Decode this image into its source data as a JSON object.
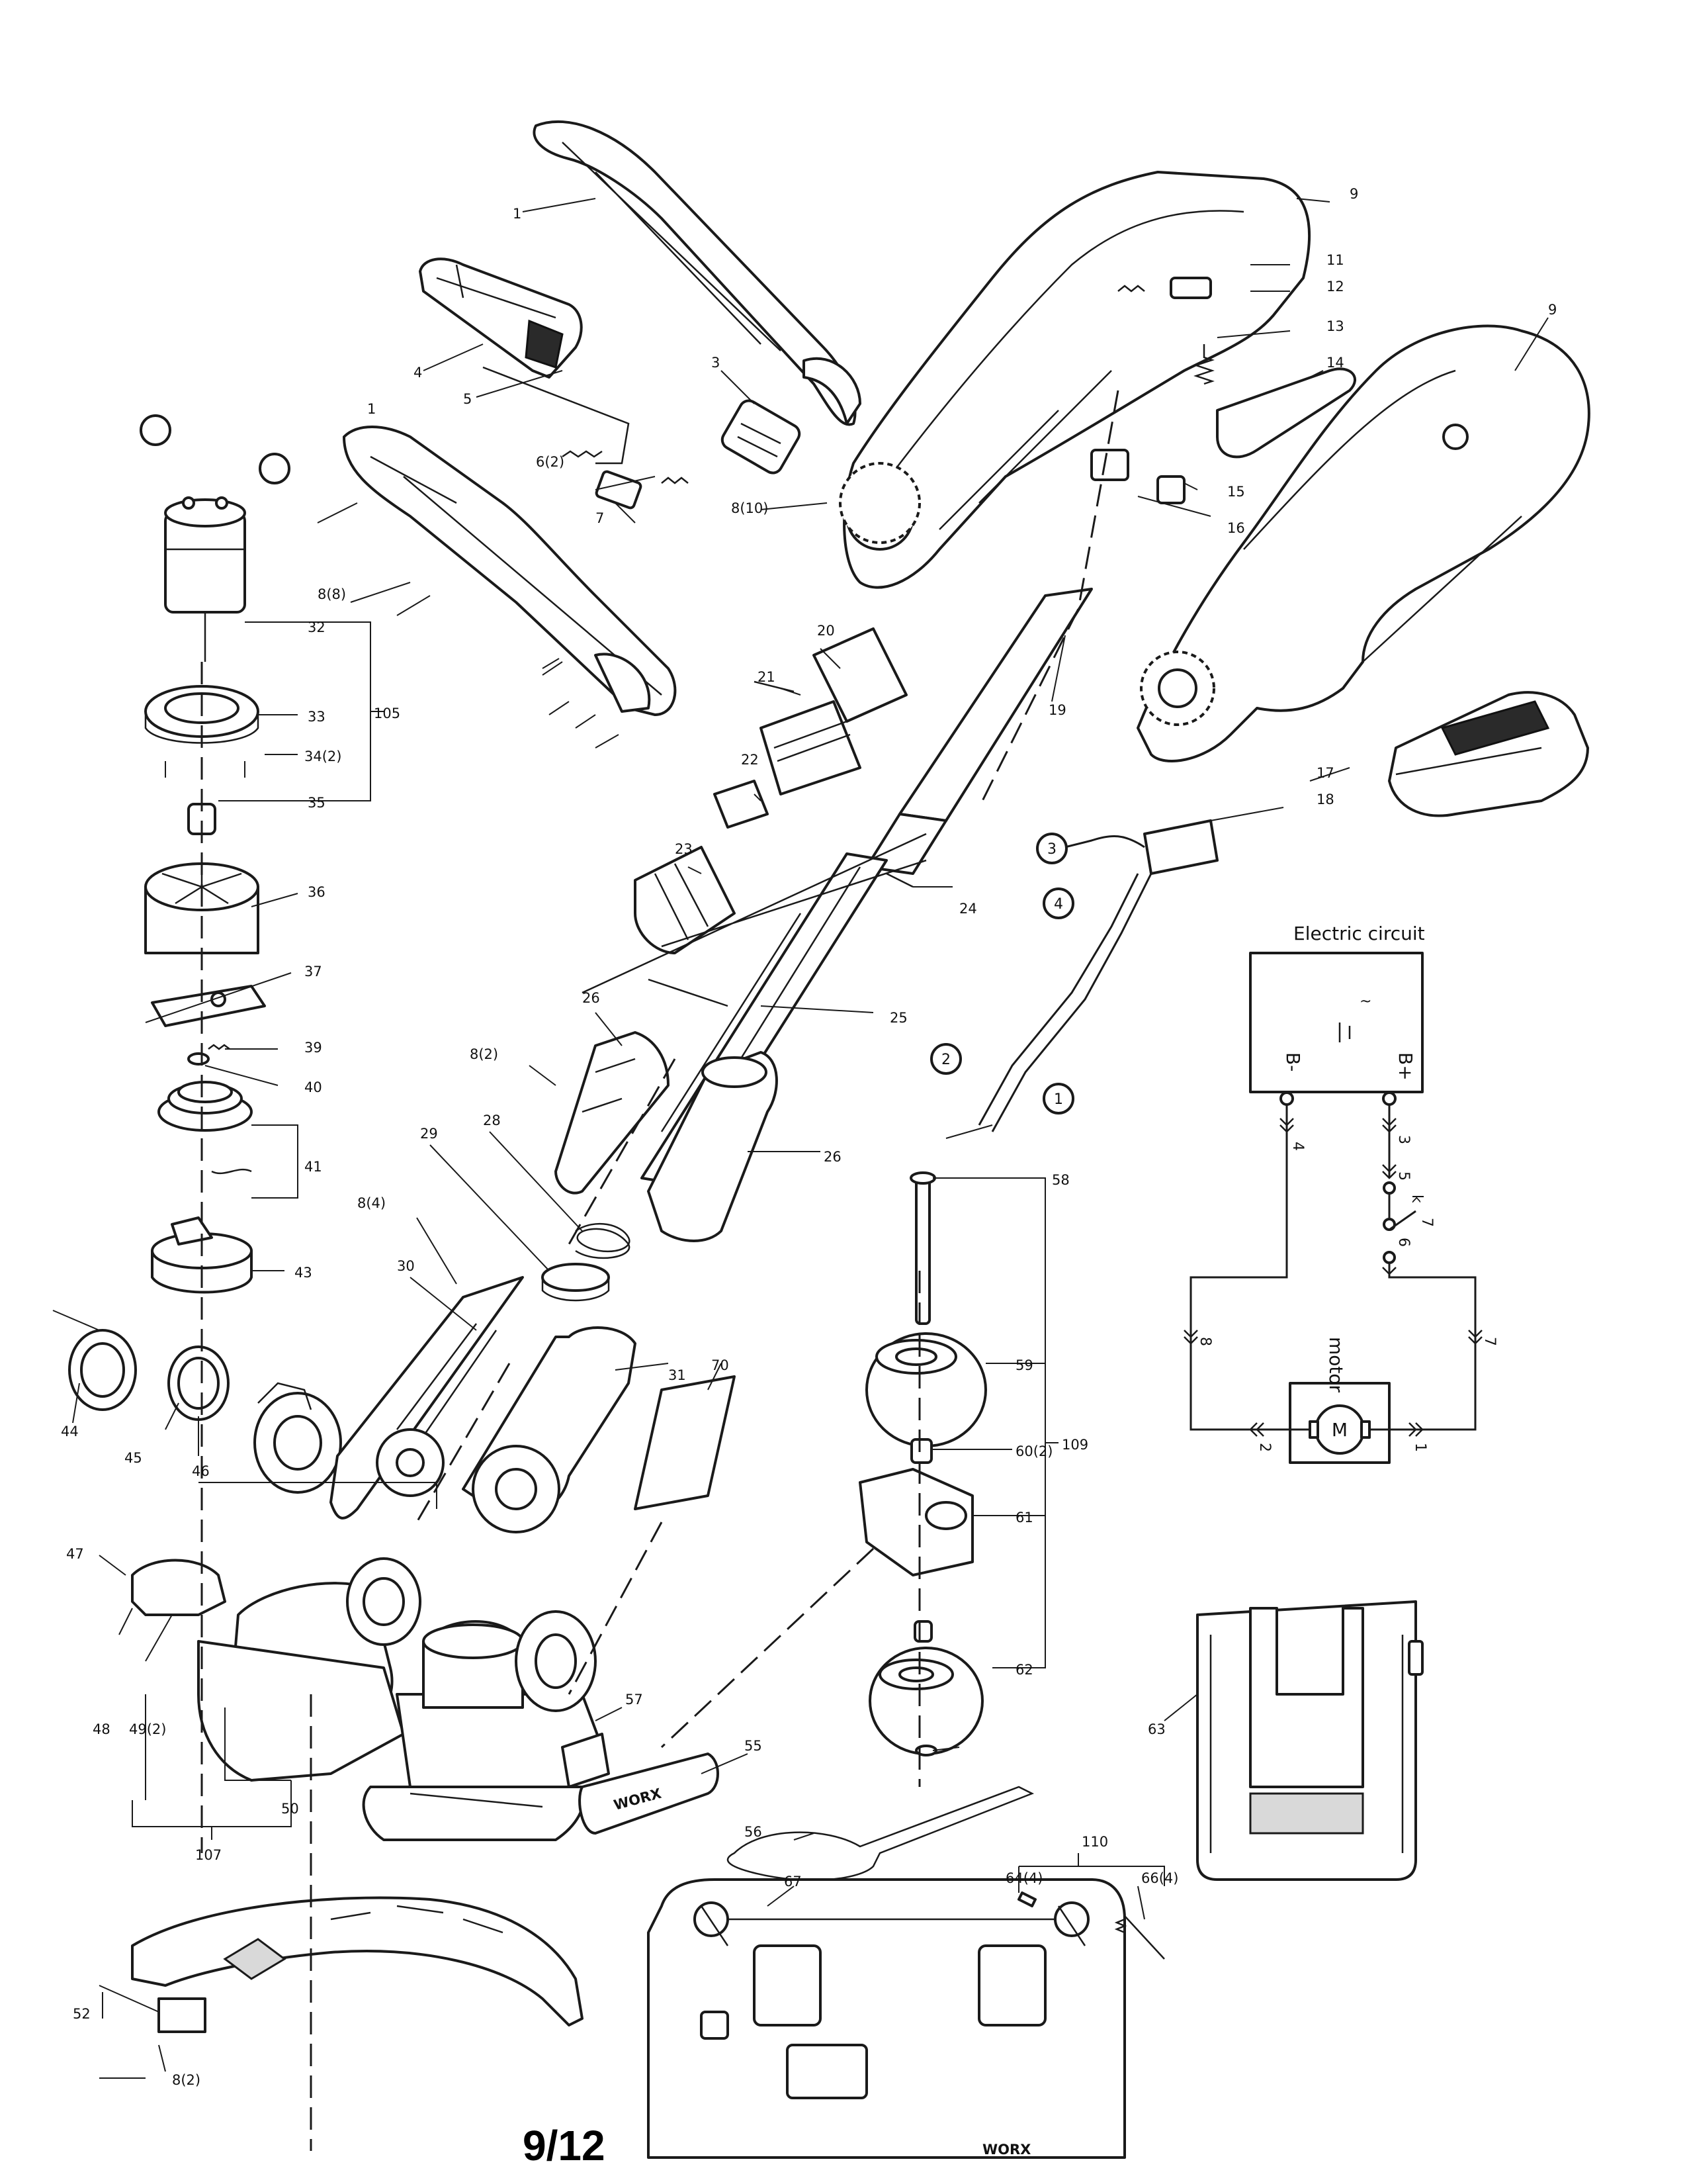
{
  "page_number": "9/12",
  "circuit": {
    "title": "Electric circuit",
    "battery_minus": "B-",
    "battery_plus": "B+",
    "motor_label": "motor",
    "motor_symbol": "M",
    "wire_numbers": [
      "4",
      "3",
      "5",
      "k",
      "6",
      "7",
      "8",
      "7",
      "2",
      "1"
    ]
  },
  "callouts": [
    "1",
    "1",
    "2",
    "1",
    "3",
    "4",
    "5",
    "6(2)",
    "7",
    "8(10)",
    "8(8)",
    "9",
    "9",
    "11",
    "12",
    "13",
    "14",
    "15",
    "16",
    "17",
    "18",
    "19",
    "20",
    "21",
    "22",
    "23",
    "24",
    "25",
    "26",
    "26",
    "8(2)",
    "28",
    "29",
    "8(4)",
    "30",
    "31",
    "32",
    "33",
    "34(2)",
    "35",
    "36",
    "37",
    "39",
    "40",
    "41",
    "43",
    "44",
    "45",
    "46",
    "47",
    "48",
    "49(2)",
    "50",
    "107",
    "105",
    "52",
    "8(2)",
    "55",
    "56",
    "57",
    "58",
    "59",
    "60(2)",
    "61",
    "62",
    "109",
    "63",
    "67",
    "64(4)",
    "66(4)",
    "110",
    "70",
    "3",
    "4",
    "2",
    "1"
  ],
  "brand_marks": [
    "WORX",
    "WORX"
  ]
}
